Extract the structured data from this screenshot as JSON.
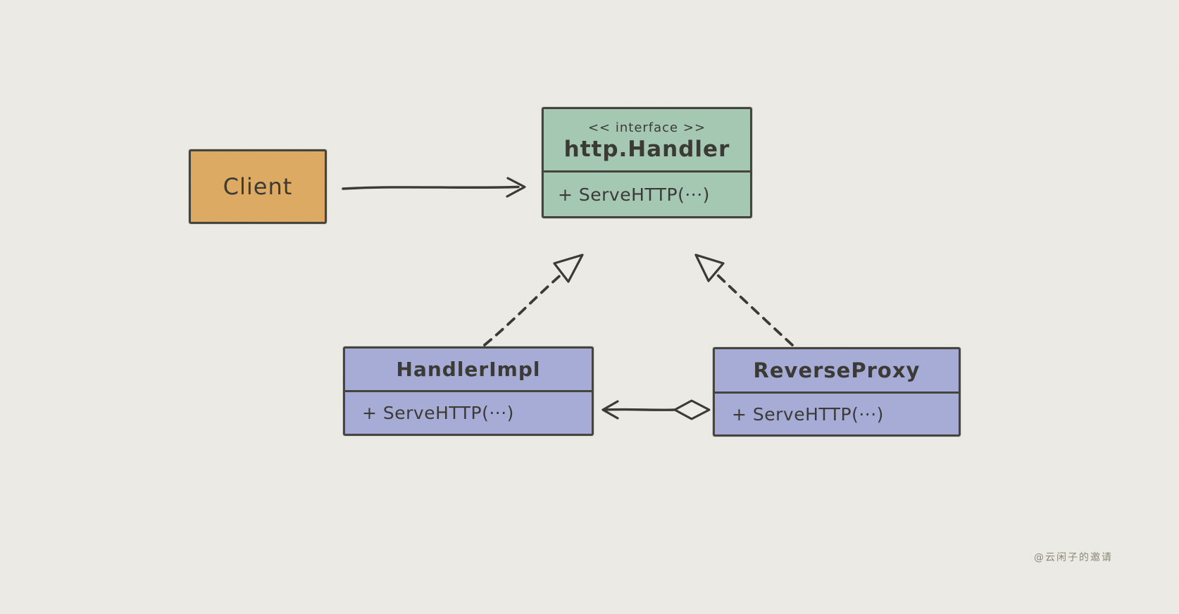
{
  "canvas": {
    "paper_color": "#edece6",
    "ink_color": "#3b3a35",
    "border_color": "#45443e",
    "watermark": "@云闲子的邀请"
  },
  "nodes": {
    "client": {
      "label": "Client",
      "fill": "#dcaa62"
    },
    "http_handler": {
      "stereotype": "<< interface >>",
      "name": "http.Handler",
      "method": "+ ServeHTTP(···)",
      "fill": "#a5c8b3"
    },
    "handler_impl": {
      "name": "HandlerImpl",
      "method": "+ ServeHTTP(···)",
      "fill": "#a7acd6"
    },
    "reverse_proxy": {
      "name": "ReverseProxy",
      "method": "+ ServeHTTP(···)",
      "fill": "#a7acd6"
    }
  },
  "edges": [
    {
      "id": "client-uses-http-handler",
      "from": "Client",
      "to": "http.Handler",
      "type": "association",
      "line": "solid",
      "head": "open-arrow"
    },
    {
      "id": "handler-impl-implements-http-handler",
      "from": "HandlerImpl",
      "to": "http.Handler",
      "type": "realization",
      "line": "dashed",
      "head": "hollow-triangle"
    },
    {
      "id": "reverse-proxy-implements-http-handler",
      "from": "ReverseProxy",
      "to": "http.Handler",
      "type": "realization",
      "line": "dashed",
      "head": "hollow-triangle"
    },
    {
      "id": "reverse-proxy-aggregates-handler-impl",
      "from": "ReverseProxy",
      "to": "HandlerImpl",
      "type": "aggregation",
      "line": "solid",
      "head": "open-arrow",
      "tail": "hollow-diamond"
    }
  ]
}
